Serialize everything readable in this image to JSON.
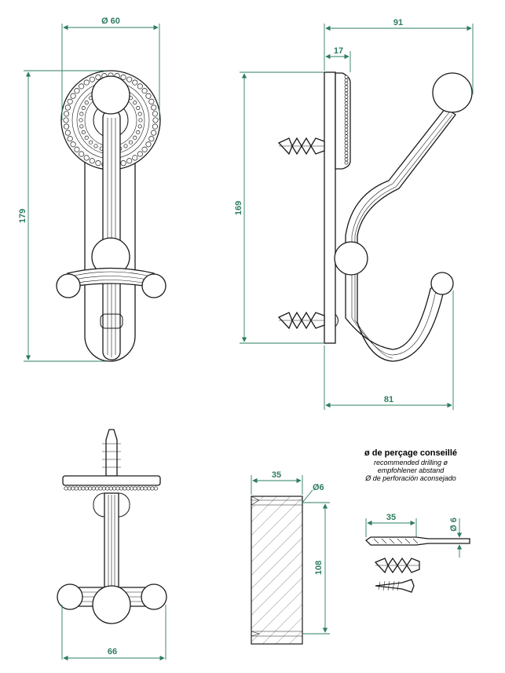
{
  "dimensions": {
    "front_diameter": "Ø 60",
    "front_height": "179",
    "side_depth_total": "91",
    "side_depth_plate": "17",
    "side_height": "169",
    "side_bottom_depth": "81",
    "bottom_width": "66",
    "block_width": "35",
    "block_hole": "Ø6",
    "block_height": "108",
    "drill_length": "35",
    "drill_diameter": "Ø 6"
  },
  "drilling_note": {
    "title": "ø de perçage conseillé",
    "en": "recommended drilling ø",
    "de": "empfohlener abstand",
    "es": "Ø de perforación aconsejado"
  },
  "colors": {
    "dimension": "#2e7d5e",
    "outline": "#1a1a1a"
  }
}
